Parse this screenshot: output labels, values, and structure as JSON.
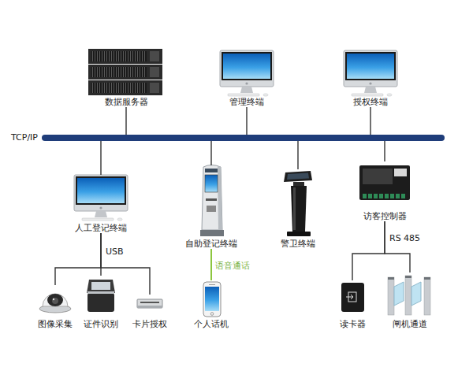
{
  "diagram": {
    "nodes": [
      {
        "text": [
          "数据服务器"
        ]
      },
      {
        "text": [
          "管理终端"
        ]
      },
      {
        "text": [
          "授权终端"
        ]
      },
      {
        "text": [
          "TCP/IP"
        ]
      },
      {
        "text": [
          "人工登记终端"
        ]
      },
      {
        "text": [
          "自助登记终端"
        ]
      },
      {
        "text": [
          "警卫终端"
        ]
      },
      {
        "text": [
          "访客控制器"
        ]
      },
      {
        "text": [
          "图像采集"
        ]
      },
      {
        "text": [
          "证件识别"
        ]
      },
      {
        "text": [
          "卡片授权"
        ]
      },
      {
        "text": [
          "个人话机"
        ]
      },
      {
        "text": [
          "读卡器"
        ]
      },
      {
        "text": [
          "闸机通道"
        ]
      }
    ],
    "edges": [
      {
        "from": 0,
        "to": 3,
        "arrow": "none"
      },
      {
        "from": 1,
        "to": 3,
        "arrow": "none"
      },
      {
        "from": 2,
        "to": 3,
        "arrow": "none"
      },
      {
        "from": 3,
        "to": 4,
        "arrow": "none"
      },
      {
        "from": 3,
        "to": 5,
        "arrow": "none"
      },
      {
        "from": 3,
        "to": 6,
        "arrow": "none"
      },
      {
        "from": 3,
        "to": 7,
        "arrow": "none"
      },
      {
        "from": 4,
        "to": 8,
        "arrow": "none"
      },
      {
        "from": 4,
        "to": 9,
        "label": "USB",
        "arrow": "none"
      },
      {
        "from": 4,
        "to": 10,
        "arrow": "none"
      },
      {
        "from": 5,
        "to": 11,
        "label": "语音通话",
        "arrow": "none"
      },
      {
        "from": 7,
        "to": 12,
        "label": "RS 485",
        "arrow": "none"
      },
      {
        "from": 7,
        "to": 13,
        "arrow": "none"
      }
    ]
  }
}
